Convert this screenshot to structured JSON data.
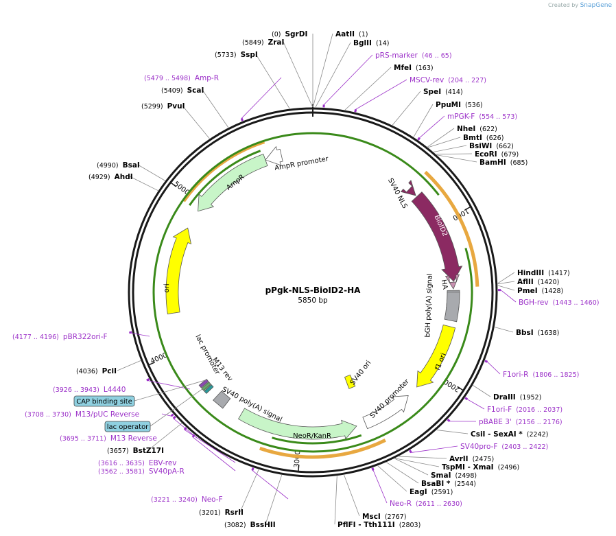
{
  "plasmid": {
    "name": "pPgk-NLS-BioID2-HA",
    "size": "5850 bp"
  },
  "credit": {
    "prefix": "Created by",
    "brand": "SnapGene"
  },
  "ticks": [
    "1000",
    "2000",
    "3000",
    "4000",
    "5000"
  ],
  "enzymes": [
    {
      "pos": "(0)",
      "name": "SgrDI"
    },
    {
      "pos": "(1)",
      "name": "AatII"
    },
    {
      "pos": "(14)",
      "name": "BglII"
    },
    {
      "pos": "(163)",
      "name": "MfeI"
    },
    {
      "pos": "(414)",
      "name": "SpeI"
    },
    {
      "pos": "(536)",
      "name": "PpuMI"
    },
    {
      "pos": "(622)",
      "name": "NheI"
    },
    {
      "pos": "(626)",
      "name": "BmtI"
    },
    {
      "pos": "(662)",
      "name": "BsiWI"
    },
    {
      "pos": "(679)",
      "name": "EcoRI"
    },
    {
      "pos": "(685)",
      "name": "BamHI"
    },
    {
      "pos": "(1417)",
      "name": "HindIII"
    },
    {
      "pos": "(1420)",
      "name": "AflII"
    },
    {
      "pos": "(1428)",
      "name": "PmeI"
    },
    {
      "pos": "(1638)",
      "name": "BbsI"
    },
    {
      "pos": "(1952)",
      "name": "DraIII"
    },
    {
      "pos": "(2242)",
      "name": "CsiI  - SexAI *"
    },
    {
      "pos": "(2475)",
      "name": "AvrII"
    },
    {
      "pos": "(2496)",
      "name": "TspMI  - XmaI"
    },
    {
      "pos": "(2498)",
      "name": "SmaI"
    },
    {
      "pos": "(2544)",
      "name": "BsaBI *"
    },
    {
      "pos": "(2591)",
      "name": "EagI"
    },
    {
      "pos": "(2767)",
      "name": "MscI"
    },
    {
      "pos": "(2803)",
      "name": "PflFI  - Tth111I"
    },
    {
      "pos": "(3082)",
      "name": "BssHII"
    },
    {
      "pos": "(3201)",
      "name": "RsrII"
    },
    {
      "pos": "(3657)",
      "name": "BstZ17I"
    },
    {
      "pos": "(4036)",
      "name": "PciI"
    },
    {
      "pos": "(4929)",
      "name": "AhdI"
    },
    {
      "pos": "(4990)",
      "name": "BsaI"
    },
    {
      "pos": "(5299)",
      "name": "PvuI"
    },
    {
      "pos": "(5409)",
      "name": "ScaI"
    },
    {
      "pos": "(5733)",
      "name": "SspI"
    },
    {
      "pos": "(5849)",
      "name": "ZraI"
    }
  ],
  "primers": [
    {
      "name": "pRS-marker",
      "range": "(46 .. 65)"
    },
    {
      "name": "MSCV-rev",
      "range": "(204 .. 227)"
    },
    {
      "name": "mPGK-F",
      "range": "(554 .. 573)"
    },
    {
      "name": "BGH-rev",
      "range": "(1443 .. 1460)"
    },
    {
      "name": "F1ori-R",
      "range": "(1806 .. 1825)"
    },
    {
      "name": "F1ori-F",
      "range": "(2016 .. 2037)"
    },
    {
      "name": "pBABE 3'",
      "range": "(2156 .. 2176)"
    },
    {
      "name": "SV40pro-F",
      "range": "(2403 .. 2422)"
    },
    {
      "name": "Neo-R",
      "range": "(2611 .. 2630)"
    },
    {
      "name": "Neo-F",
      "range": "(3221 .. 3240)"
    },
    {
      "name": "EBV-rev",
      "range": "(3616 .. 3635)"
    },
    {
      "name": "SV40pA-R",
      "range": "(3562 .. 3581)"
    },
    {
      "name": "M13 Reverse",
      "range": "(3695 .. 3711)"
    },
    {
      "name": "M13/pUC Reverse",
      "range": "(3708 .. 3730)"
    },
    {
      "name": "L4440",
      "range": "(3926 .. 3943)"
    },
    {
      "name": "pBR322ori-F",
      "range": "(4177 .. 4196)"
    },
    {
      "name": "Amp-R",
      "range": "(5479 .. 5498)"
    }
  ],
  "boxed": [
    {
      "label": "CAP binding site"
    },
    {
      "label": "lac operator"
    }
  ],
  "features": {
    "sv40_nls": "SV40 NLS",
    "bioid2": "BioID2",
    "ha": "HA",
    "bgh": "bGH poly(A) signal",
    "f1ori": "f1 ori",
    "sv40ori": "SV40 ori",
    "sv40prom": "SV40 promoter",
    "neor": "NeoR/KanR",
    "sv40pa": "SV40 poly(A) signal",
    "m13rev": "M13 rev",
    "lacprom": "lac promoter",
    "ori": "ori",
    "ampr": "AmpR",
    "amprprom": "AmpR promoter"
  },
  "colors": {
    "backbone": "#1a1a1a",
    "primer": "#9b30c8",
    "bioid2": "#8b2a62",
    "ampr": "#c8f5c8",
    "neor": "#c8f5c8",
    "ori": "#ffff00",
    "orf_orange": "#e8a840",
    "orf_green": "#3a8a1a",
    "bgh": "#a8aaae",
    "lacbox": "#8fd0e0"
  }
}
